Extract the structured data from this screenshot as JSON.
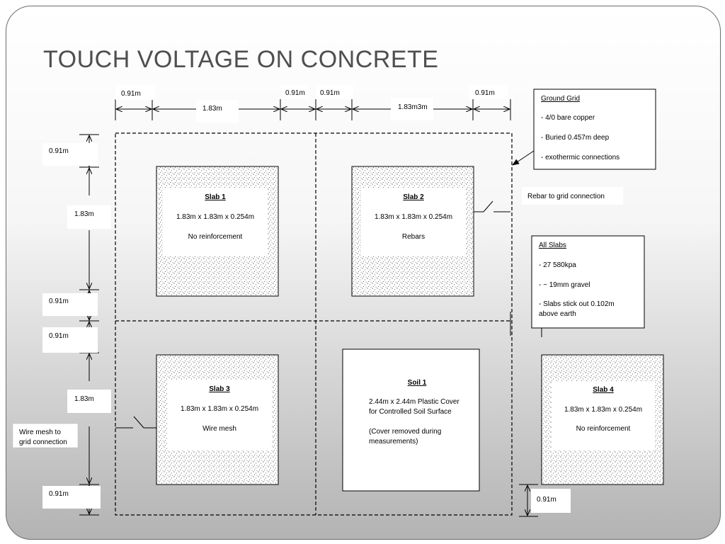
{
  "slide": {
    "title": "TOUCH VOLTAGE ON CONCRETE"
  },
  "dimensions": {
    "top": [
      "0.91m",
      "1.83m",
      "0.91m",
      "0.91m",
      "1.83m3m",
      "0.91m"
    ],
    "left": [
      "0.91m",
      "1.83m",
      "0.91m",
      "0.91m",
      "1.83m",
      "0.91m"
    ],
    "bottom_right": "0.91m"
  },
  "ground_grid": {
    "title": "Ground Grid",
    "lines": [
      "- 4/0 bare copper",
      "- Buried 0.457m deep",
      "- exothermic connections"
    ]
  },
  "all_slabs": {
    "title": "All Slabs",
    "lines": [
      "- 27 580kpa",
      "-  ~ 19mm gravel",
      "- Slabs stick out 0.102m",
      "above earth"
    ]
  },
  "connections": {
    "rebar": "Rebar to grid connection",
    "wire_mesh": [
      "Wire mesh to",
      "grid connection"
    ]
  },
  "slabs": [
    {
      "name": "Slab 1",
      "size": "1.83m x 1.83m x 0.254m",
      "desc": "No reinforcement"
    },
    {
      "name": "Slab 2",
      "size": "1.83m x 1.83m x 0.254m",
      "desc": "Rebars"
    },
    {
      "name": "Slab 3",
      "size": "1.83m x 1.83m x 0.254m",
      "desc": "Wire mesh"
    },
    {
      "name": "Slab 4",
      "size": "1.83m x 1.83m x 0.254m",
      "desc": "No reinforcement"
    }
  ],
  "soil": {
    "name": "Soil 1",
    "lines": [
      "2.44m x 2.44m Plastic Cover",
      "for Controlled Soil Surface",
      "",
      "(Cover removed during",
      "measurements)"
    ]
  }
}
